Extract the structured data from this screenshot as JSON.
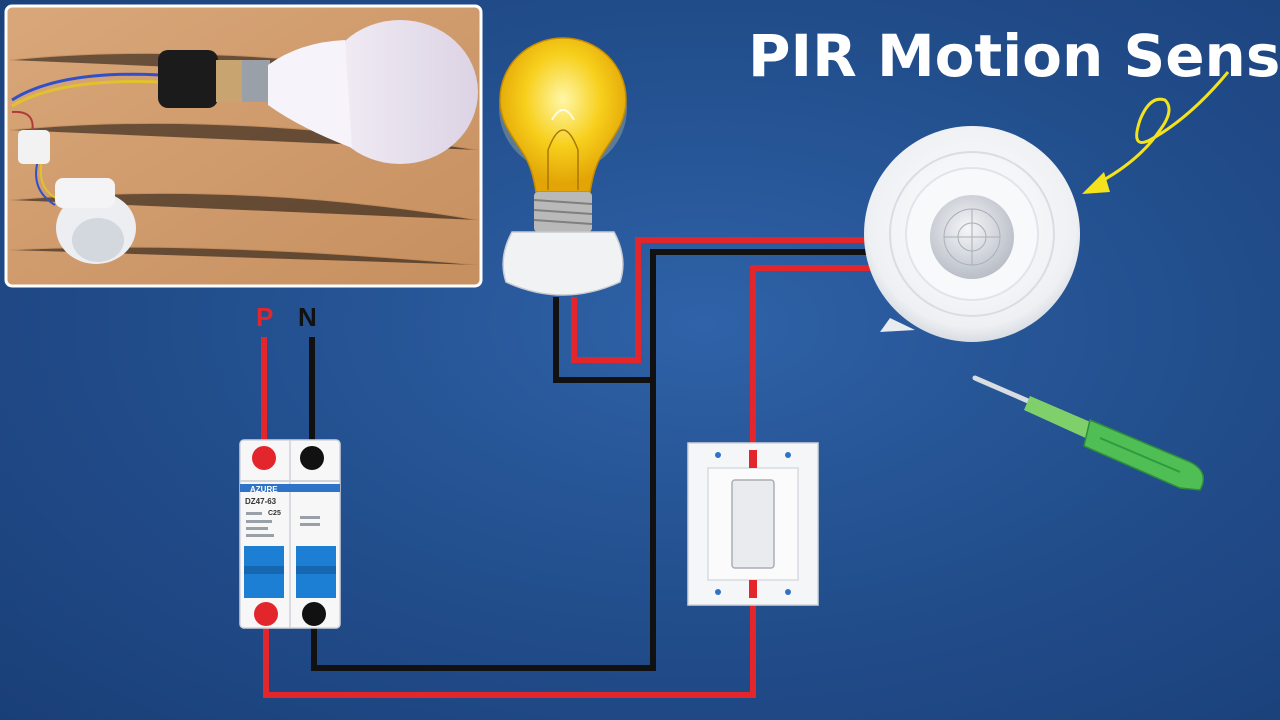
{
  "title": "PIR Motion Sensor",
  "breaker": {
    "phase_label": "P",
    "neutral_label": "N",
    "brand": "AZURE",
    "model": "DZ47-63",
    "rating": "C25"
  },
  "colors": {
    "background": "#23508f",
    "phase_wire": "#e3262b",
    "neutral_wire": "#111111",
    "arrow": "#f4e31c",
    "breaker_handle": "#1d7fd3"
  },
  "icons": [
    "light-bulb-icon",
    "pir-sensor-icon",
    "screwdriver-tester-icon",
    "switch-icon",
    "circuit-breaker-icon"
  ]
}
